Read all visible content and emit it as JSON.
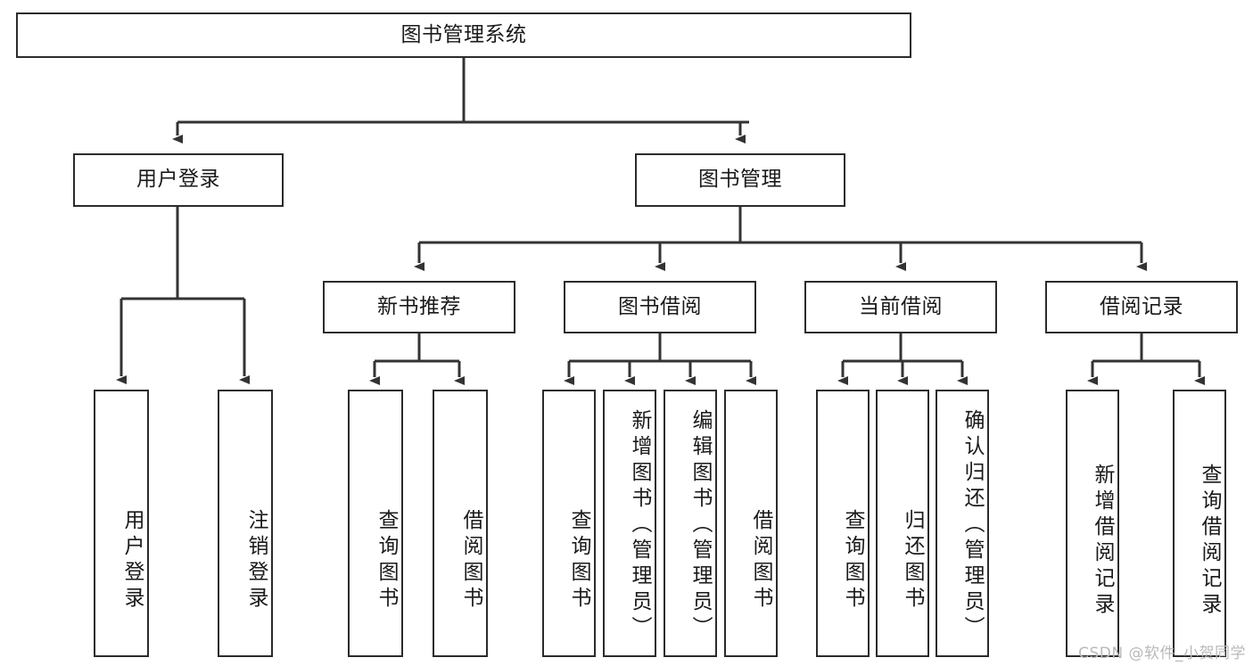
{
  "diagram": {
    "title": "图书管理系统",
    "type": "hierarchy-tree",
    "watermark": "CSDN @软件_小贺同学",
    "colors": {
      "background": "#ffffff",
      "box_border": "#2b2b2b",
      "box_fill": "#ffffff",
      "text": "#1a1a1a",
      "edge": "#333333",
      "watermark": "#b9b9b9"
    },
    "root": {
      "label": "图书管理系统"
    },
    "level2": [
      {
        "id": "user-login",
        "label": "用户登录"
      },
      {
        "id": "book-manage",
        "label": "图书管理"
      }
    ],
    "level3": [
      {
        "id": "new-book-recommend",
        "label": "新书推荐"
      },
      {
        "id": "book-borrow",
        "label": "图书借阅"
      },
      {
        "id": "current-borrow",
        "label": "当前借阅"
      },
      {
        "id": "borrow-record",
        "label": "借阅记录"
      }
    ],
    "leaves": {
      "user_login": [
        {
          "id": "leaf-user-login",
          "label": "用户登录"
        },
        {
          "id": "leaf-logout-login",
          "label": "注销登录"
        }
      ],
      "new_book_recommend": [
        {
          "id": "leaf-query-book-1",
          "label": "查询图书"
        },
        {
          "id": "leaf-borrow-book-1",
          "label": "借阅图书"
        }
      ],
      "book_borrow": [
        {
          "id": "leaf-query-book-2",
          "label": "查询图书"
        },
        {
          "id": "leaf-add-book",
          "label": "新增图书（管理员）"
        },
        {
          "id": "leaf-edit-book",
          "label": "编辑图书（管理员）"
        },
        {
          "id": "leaf-borrow-book-2",
          "label": "借阅图书"
        }
      ],
      "current_borrow": [
        {
          "id": "leaf-query-book-3",
          "label": "查询图书"
        },
        {
          "id": "leaf-return-book",
          "label": "归还图书"
        },
        {
          "id": "leaf-confirm-return",
          "label": "确认归还（管理员）"
        }
      ],
      "borrow_record": [
        {
          "id": "leaf-add-record",
          "label": "新增借阅记录"
        },
        {
          "id": "leaf-query-record",
          "label": "查询借阅记录"
        }
      ]
    }
  }
}
